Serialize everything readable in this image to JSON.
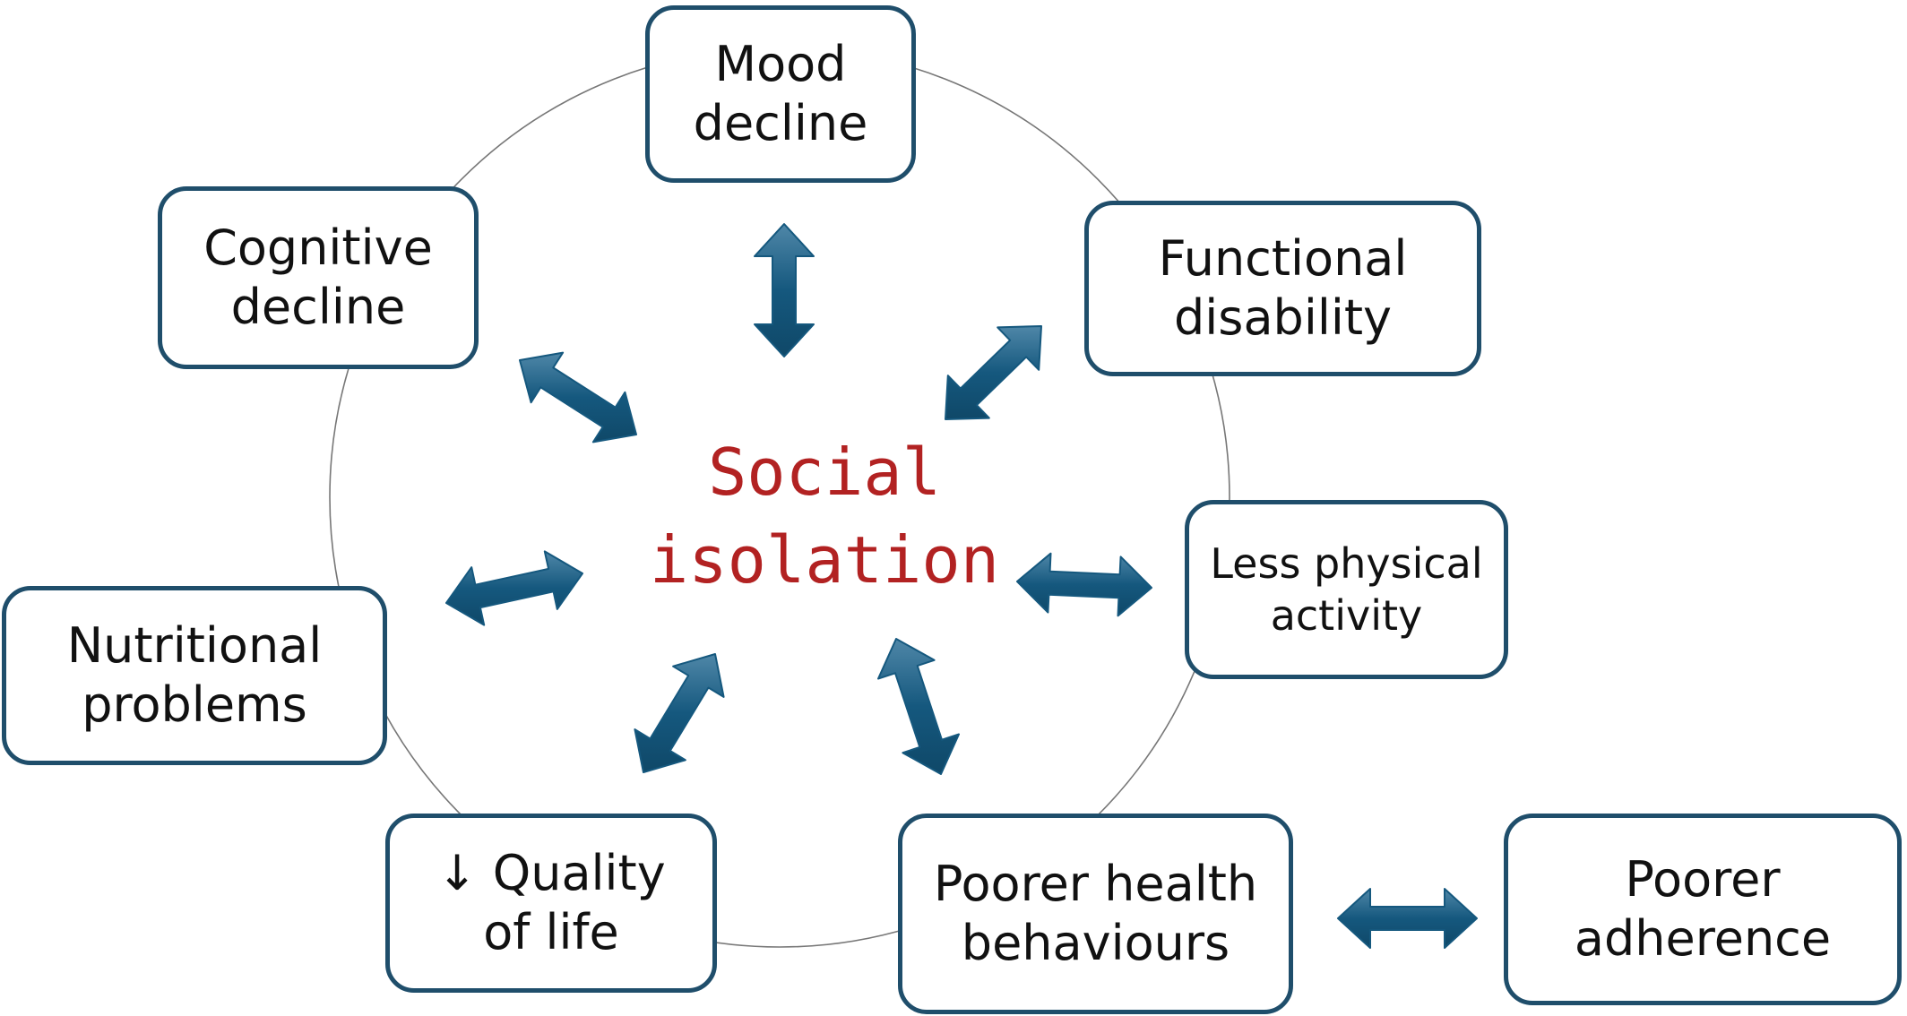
{
  "center": {
    "line1": "Social",
    "line2": "isolation"
  },
  "nodes": {
    "mood": "Mood\ndecline",
    "cognitive": "Cognitive\ndecline",
    "functional": "Functional\ndisability",
    "physical": "Less physical\nactivity",
    "nutritional": "Nutritional\nproblems",
    "quality": "↓ Quality\nof life",
    "health": "Poorer health\nbehaviours",
    "adherence": "Poorer\nadherence"
  },
  "colors": {
    "arrow_dark": "#15587e",
    "arrow_light": "#4f87a8",
    "box_border": "#1f4e6b",
    "center_text": "#b22222",
    "circle": "#777777"
  }
}
